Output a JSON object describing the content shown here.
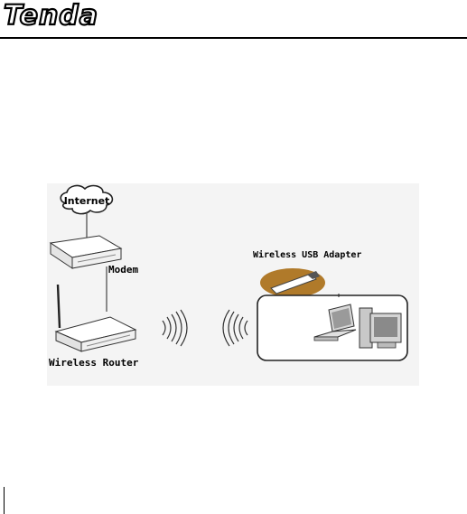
{
  "brand": {
    "name": "Tenda"
  },
  "diagram": {
    "internet_label": "Internet",
    "modem_label": "Modem",
    "router_label": "Wireless Router",
    "adapter_label": "Wireless USB Adapter"
  },
  "colors": {
    "text": "#000000",
    "adapter_highlight": "#b07a2a",
    "device_outline": "#555555",
    "panel_background": "#f2f2f2"
  }
}
